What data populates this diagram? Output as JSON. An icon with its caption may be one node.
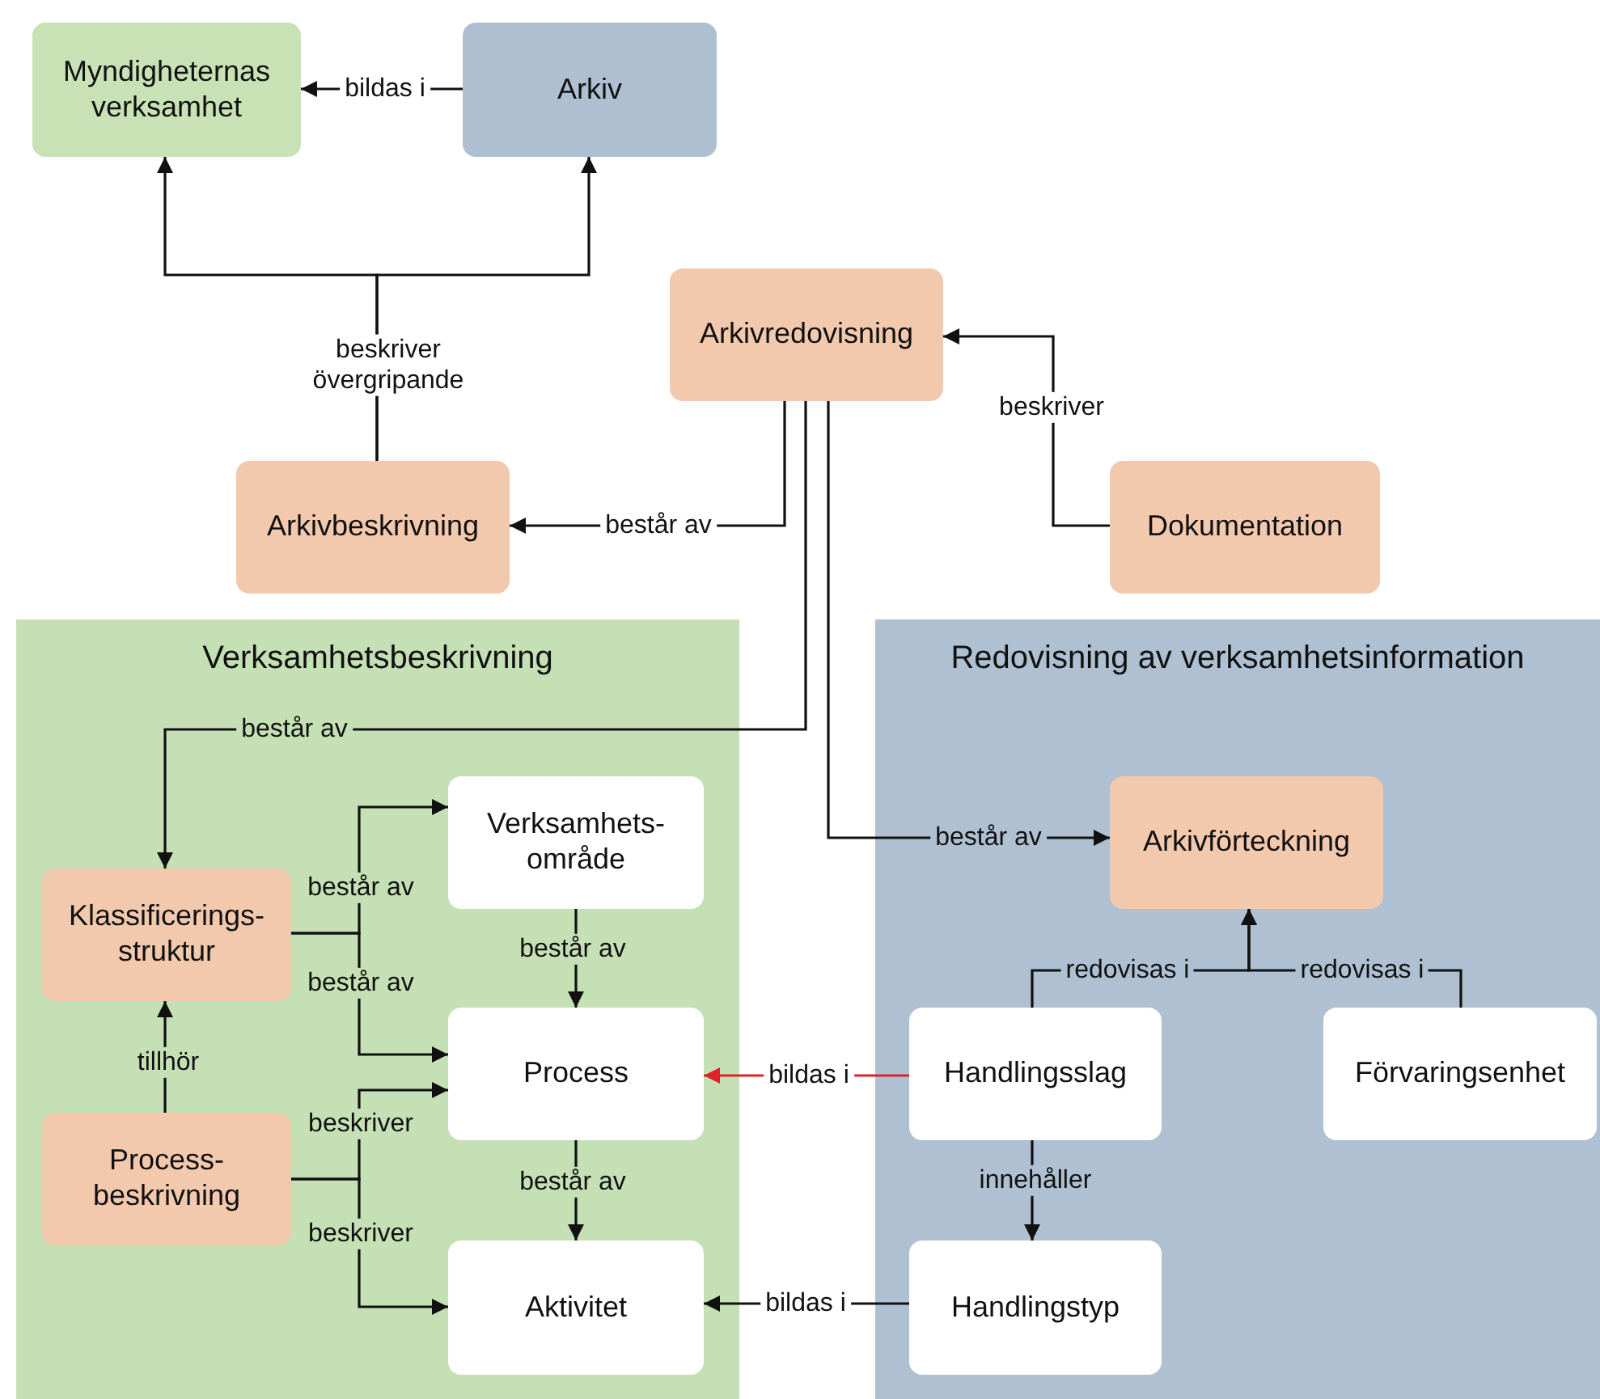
{
  "diagram": {
    "nodes": [
      {
        "text": [
          "Myndigheternas verksamhet"
        ]
      },
      {
        "text": [
          "Arkiv"
        ]
      },
      {
        "text": [
          "Arkivredovisning"
        ]
      },
      {
        "text": [
          "Arkivbeskrivning"
        ]
      },
      {
        "text": [
          "Dokumentation"
        ]
      },
      {
        "text": [
          "Verksamhetsbeskrivning"
        ]
      },
      {
        "text": [
          "Redovisning av verksamhetsinformation"
        ]
      },
      {
        "text": [
          "Klassificerings- struktur"
        ],
        "in": 5
      },
      {
        "text": [
          "Process- beskrivning"
        ],
        "in": 5
      },
      {
        "text": [
          "Verksamhets- område"
        ],
        "in": 5
      },
      {
        "text": [
          "Process"
        ],
        "in": 5
      },
      {
        "text": [
          "Aktivitet"
        ],
        "in": 5
      },
      {
        "text": [
          "Arkivförteckning"
        ],
        "in": 6
      },
      {
        "text": [
          "Handlingsslag"
        ],
        "in": 6
      },
      {
        "text": [
          "Förvaringsenhet"
        ],
        "in": 6
      },
      {
        "text": [
          "Handlingstyp"
        ],
        "in": 6
      }
    ],
    "edges": [
      {
        "from": 1,
        "to": 0,
        "arrow": "to",
        "label": "bildas i"
      },
      {
        "from": 3,
        "to": 0,
        "arrow": "to",
        "label": "beskriver övergripande"
      },
      {
        "from": 3,
        "to": 1,
        "arrow": "to"
      },
      {
        "from": 2,
        "to": 3,
        "arrow": "to",
        "label": "består av"
      },
      {
        "from": 4,
        "to": 2,
        "arrow": "to",
        "label": "beskriver"
      },
      {
        "from": 2,
        "to": 7,
        "arrow": "to",
        "label": "består av"
      },
      {
        "from": 2,
        "to": 12,
        "arrow": "to",
        "label": "består av"
      },
      {
        "from": 7,
        "to": 9,
        "arrow": "to",
        "label": "består av"
      },
      {
        "from": 7,
        "to": 10,
        "arrow": "to",
        "label": "består av"
      },
      {
        "from": 8,
        "to": 7,
        "arrow": "to",
        "label": "tillhör"
      },
      {
        "from": 8,
        "to": 10,
        "arrow": "to",
        "label": "beskriver"
      },
      {
        "from": 8,
        "to": 11,
        "arrow": "to",
        "label": "beskriver"
      },
      {
        "from": 9,
        "to": 10,
        "arrow": "to",
        "label": "består av"
      },
      {
        "from": 10,
        "to": 11,
        "arrow": "to",
        "label": "består av"
      },
      {
        "from": 13,
        "to": 10,
        "arrow": "to",
        "label": "bildas i",
        "color": "#e2202a"
      },
      {
        "from": 15,
        "to": 11,
        "arrow": "to",
        "label": "bildas i"
      },
      {
        "from": 13,
        "to": 12,
        "arrow": "to",
        "label": "redovisas i"
      },
      {
        "from": 14,
        "to": 12,
        "arrow": "to",
        "label": "redovisas i"
      },
      {
        "from": 13,
        "to": 15,
        "arrow": "to",
        "label": "innehåller"
      }
    ]
  }
}
